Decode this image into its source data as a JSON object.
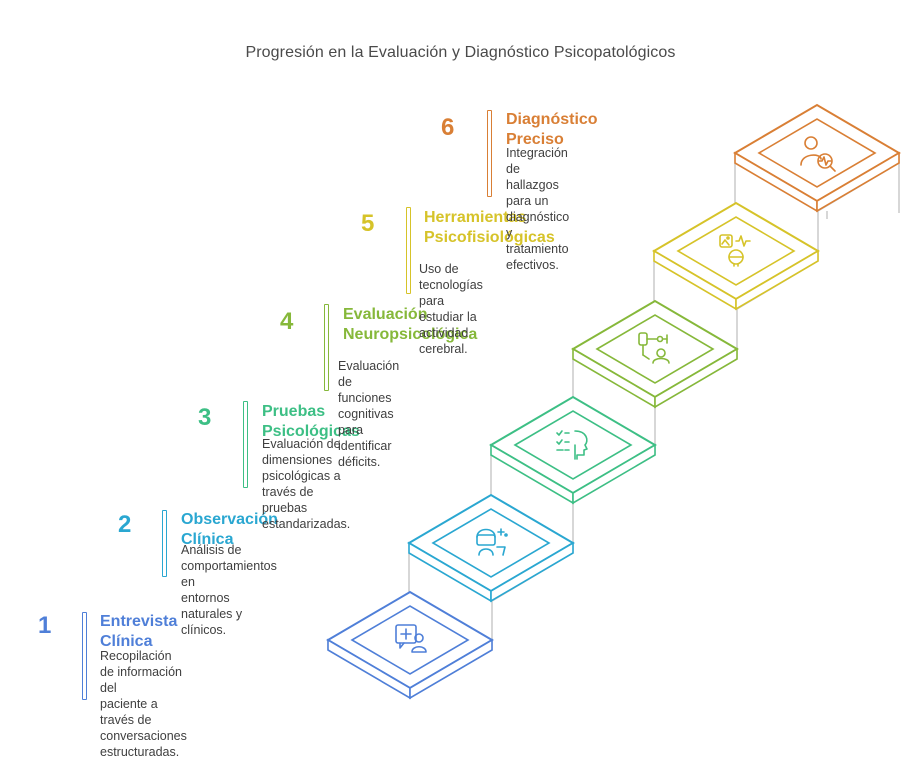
{
  "title": "Progresión en la Evaluación y Diagnóstico Psicopatológicos",
  "steps": [
    {
      "number": "1",
      "title_lines": [
        "Entrevista Clínica"
      ],
      "desc_lines": [
        "Recopilación de información del",
        "paciente a través de",
        "conversaciones estructuradas."
      ],
      "color": "#4f7fd8",
      "icon": "medical-chat-icon"
    },
    {
      "number": "2",
      "title_lines": [
        "Observación Clínica"
      ],
      "desc_lines": [
        "Análisis de comportamientos en",
        "entornos naturales y clínicos."
      ],
      "color": "#2aa7d1",
      "icon": "clinician-observation-icon"
    },
    {
      "number": "3",
      "title_lines": [
        "Pruebas Psicológicas"
      ],
      "desc_lines": [
        "Evaluación de dimensiones",
        "psicológicas a través de pruebas",
        "estandarizadas."
      ],
      "color": "#3dbf85",
      "icon": "checklist-head-icon"
    },
    {
      "number": "4",
      "title_lines": [
        "Evaluación",
        "Neuropsicológica"
      ],
      "desc_lines": [
        "Evaluación de funciones cognitivas",
        "para identificar déficits."
      ],
      "color": "#86b83a",
      "icon": "neuro-device-icon"
    },
    {
      "number": "5",
      "title_lines": [
        "Herramientas",
        "Psicofisiológicas"
      ],
      "desc_lines": [
        "Uso de tecnologías para estudiar la",
        "actividad cerebral."
      ],
      "color": "#d6c329",
      "icon": "brain-scan-icon"
    },
    {
      "number": "6",
      "title_lines": [
        "Diagnóstico Preciso"
      ],
      "desc_lines": [
        "Integración de hallazgos para un",
        "diagnóstico y tratamiento",
        "efectivos."
      ],
      "color": "#d97f35",
      "icon": "diagnosis-search-icon"
    }
  ]
}
